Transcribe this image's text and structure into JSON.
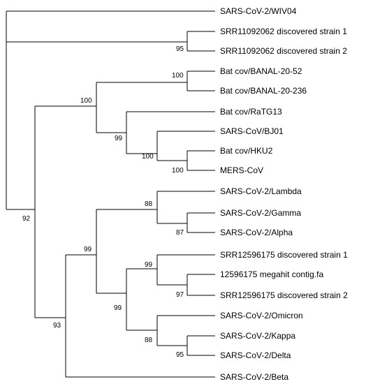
{
  "tree": {
    "leaves": [
      "SARS-CoV-2/WIV04",
      "SRR11092062 discovered strain 1",
      "SRR11092062 discovered strain 2",
      "Bat cov/BANAL-20-52",
      "Bat cov/BANAL-20-236",
      "Bat cov/RaTG13",
      "SARS-CoV/BJ01",
      "Bat cov/HKU2",
      "MERS-CoV",
      "SARS-CoV-2/Lambda",
      "SARS-CoV-2/Gamma",
      "SARS-CoV-2/Alpha",
      "SRR12596175 discovered strain 1",
      "12596175 megahit contig.fa",
      "SRR12596175 discovered strain 2",
      "SARS-CoV-2/Omicron",
      "SARS-CoV-2/Kappa",
      "SARS-CoV-2/Delta",
      "SARS-CoV-2/Beta"
    ],
    "support_values": {
      "srr11092062_clade": "95",
      "banal_clade": "100",
      "bat_sars_mers_clade": "100",
      "ratg13_clade": "99",
      "bj01_clade": "100",
      "hku2_mers_clade": "100",
      "root_inner_split": "92",
      "lambda_clade": "88",
      "gamma_alpha_clade": "87",
      "variant_clade": "99",
      "srr12596175_clade": "99",
      "contig_strain2_clade": "97",
      "srr_omicron_clade": "99",
      "omicron_clade": "88",
      "kappa_delta_clade": "95",
      "beta_split": "93"
    }
  }
}
